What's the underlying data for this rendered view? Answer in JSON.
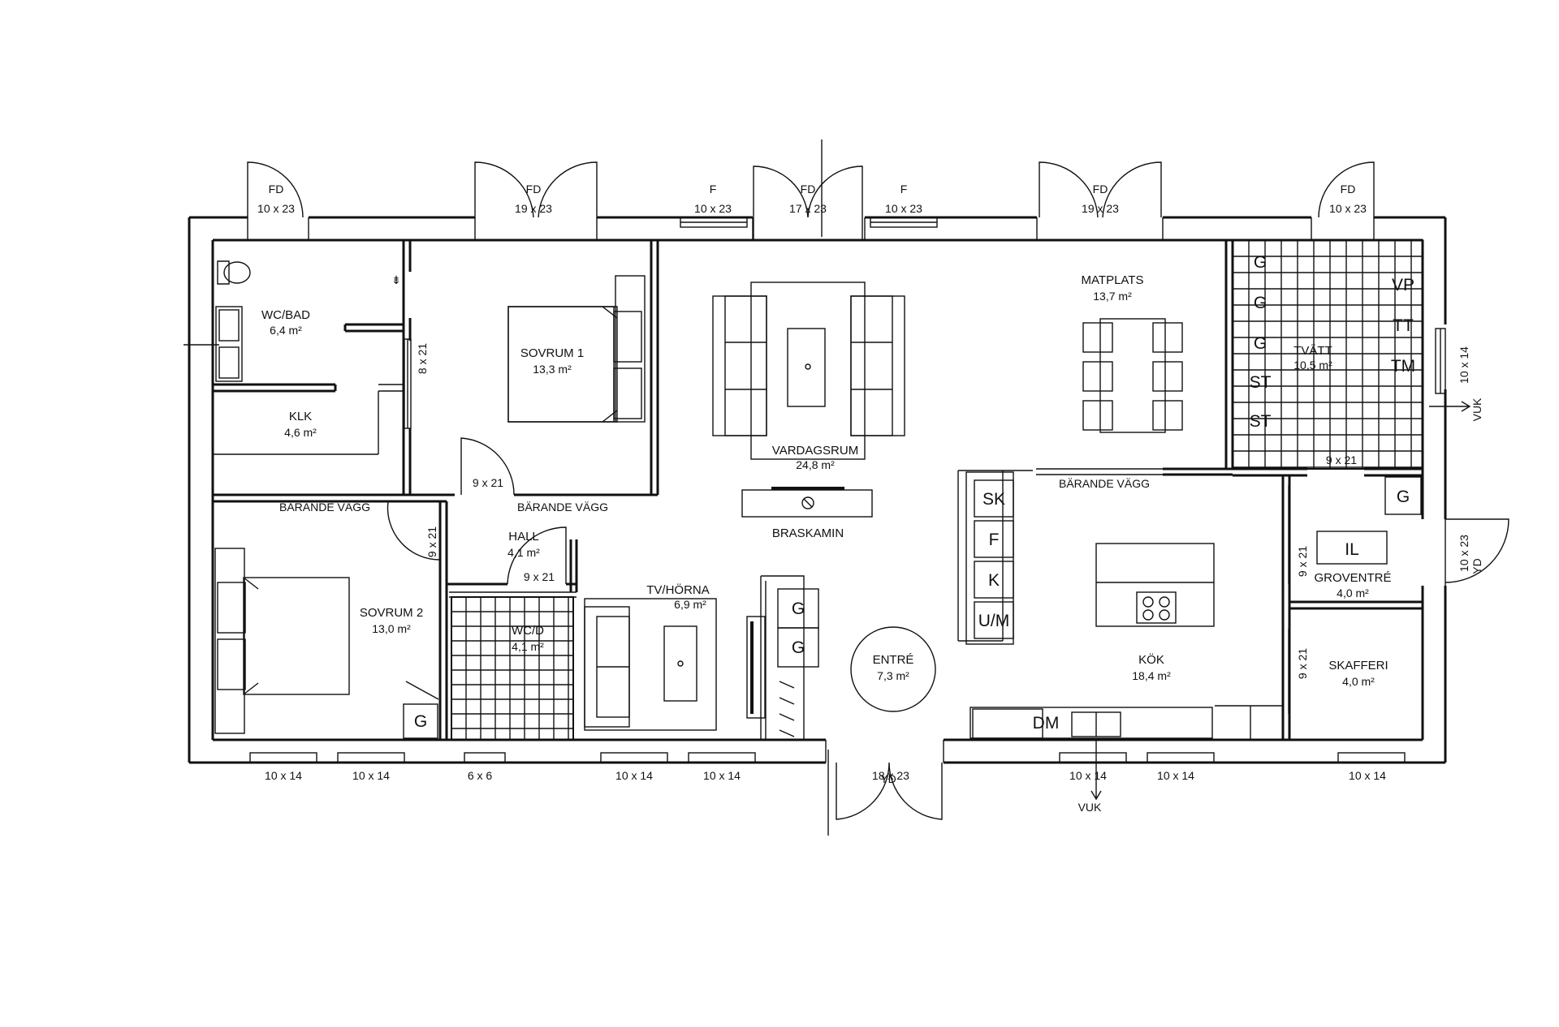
{
  "rooms": {
    "wc_bad": {
      "name": "WC/BAD",
      "area": "6,4 m²"
    },
    "klk": {
      "name": "KLK",
      "area": "4,6 m²"
    },
    "sovrum1": {
      "name": "SOVRUM 1",
      "area": "13,3 m²"
    },
    "vardagsrum": {
      "name": "VARDAGSRUM",
      "area": "24,8 m²"
    },
    "matplats": {
      "name": "MATPLATS",
      "area": "13,7 m²"
    },
    "tvatt": {
      "name": "TVÄTT",
      "area": "10,5 m²"
    },
    "sovrum2": {
      "name": "SOVRUM 2",
      "area": "13,0 m²"
    },
    "hall": {
      "name": "HALL",
      "area": "4,1 m²"
    },
    "wc_d": {
      "name": "WC/D",
      "area": "4,1 m²"
    },
    "tv_horna": {
      "name": "TV/HÖRNA",
      "area": "6,9 m²"
    },
    "entre": {
      "name": "ENTRÉ",
      "area": "7,3 m²"
    },
    "kok": {
      "name": "KÖK",
      "area": "18,4 m²"
    },
    "groventre": {
      "name": "GROVENTRÉ",
      "area": "4,0 m²"
    },
    "skafferi": {
      "name": "SKAFFERI",
      "area": "4,0 m²"
    }
  },
  "labels": {
    "barande_vagg": "BÄRANDE VÄGG",
    "braskamin": "BRASKAMIN",
    "vuk": "VUK",
    "yd": "YD"
  },
  "top_openings": [
    {
      "type": "FD",
      "size": "10 x 23"
    },
    {
      "type": "FD",
      "size": "19 x 23"
    },
    {
      "type": "F",
      "size": "10 x 23"
    },
    {
      "type": "FD",
      "size": "17 x 23"
    },
    {
      "type": "F",
      "size": "10 x 23"
    },
    {
      "type": "FD",
      "size": "19 x 23"
    },
    {
      "type": "FD",
      "size": "10 x 23"
    }
  ],
  "bottom_windows": [
    "10 x 14",
    "10 x 14",
    "6 x 6",
    "10 x 14",
    "10 x 14",
    "18 x 23",
    "10 x 14",
    "10 x 14",
    "10 x 14"
  ],
  "interior_doors": {
    "wc_bad_door": "8 x 21",
    "sovrum1_door": "9 x 21",
    "sovrum2_door": "9 x 21",
    "wc_d_door": "9 x 21",
    "tvatt_door": "9 x 21",
    "groventre_door": "9 x 21",
    "skafferi_door": "9 x 21",
    "right_window": "10 x 14",
    "right_door": "10 x 23"
  },
  "appliances": {
    "tvatt": [
      "G",
      "G",
      "G",
      "ST",
      "ST"
    ],
    "tvatt_right": [
      "VP",
      "TT",
      "TM"
    ],
    "kitchen_column": [
      "SK",
      "F",
      "K",
      "U/M"
    ],
    "entre_cabinets": [
      "G",
      "G"
    ],
    "sovrum2_cabinet": "G",
    "groventre_cabinet": "G",
    "groventre_bench": "IL",
    "dishwasher": "DM"
  }
}
